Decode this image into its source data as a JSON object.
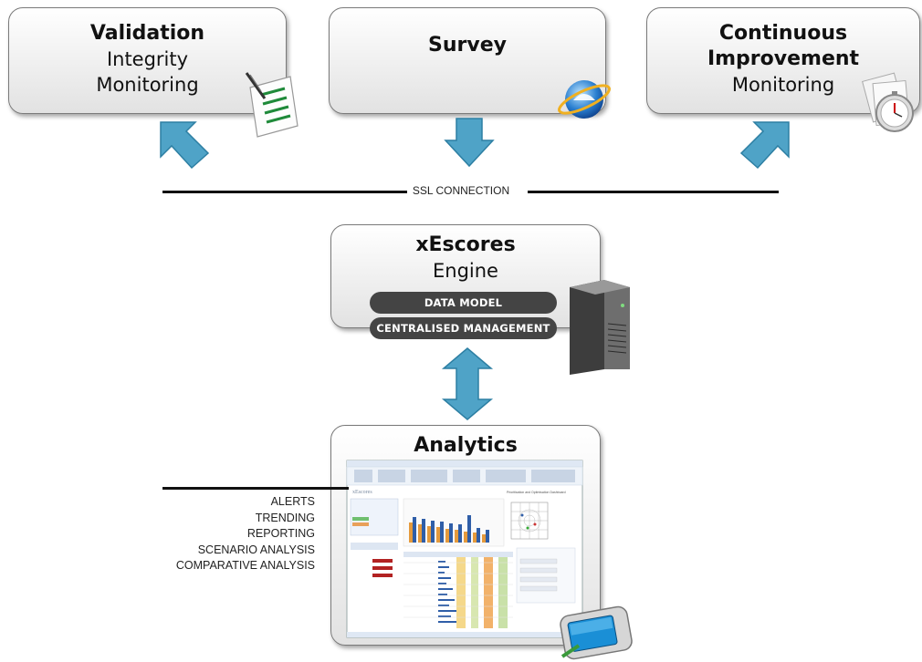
{
  "boxes": {
    "validation": {
      "title": "Validation",
      "lines": [
        "Integrity",
        "Monitoring"
      ]
    },
    "survey": {
      "title": "Survey"
    },
    "continuous": {
      "title_lines": [
        "Continuous",
        "Improvement"
      ],
      "sub": "Monitoring"
    },
    "engine": {
      "title": "xEscores",
      "sub": "Engine",
      "pills": [
        "DATA MODEL",
        "CENTRALISED MANAGEMENT"
      ]
    },
    "analytics": {
      "title": "Analytics"
    }
  },
  "connection_label": "SSL CONNECTION",
  "analytics_features": [
    "ALERTS",
    "TRENDING",
    "REPORTING",
    "SCENARIO ANALYSIS",
    "COMPARATIVE ANALYSIS"
  ],
  "screenshot_text": {
    "logo": "xEscores",
    "dashboard_title": "Prioritisation and Optimisation Dashboard"
  },
  "icons": [
    "checklist-icon",
    "browser-globe-icon",
    "stopwatch-icon",
    "server-icon",
    "tablet-icon"
  ],
  "colors": {
    "arrow": "#4fa3c7",
    "arrow_stroke": "#2d7fa3",
    "pill": "#444444",
    "box_border": "#7a7a7a"
  }
}
